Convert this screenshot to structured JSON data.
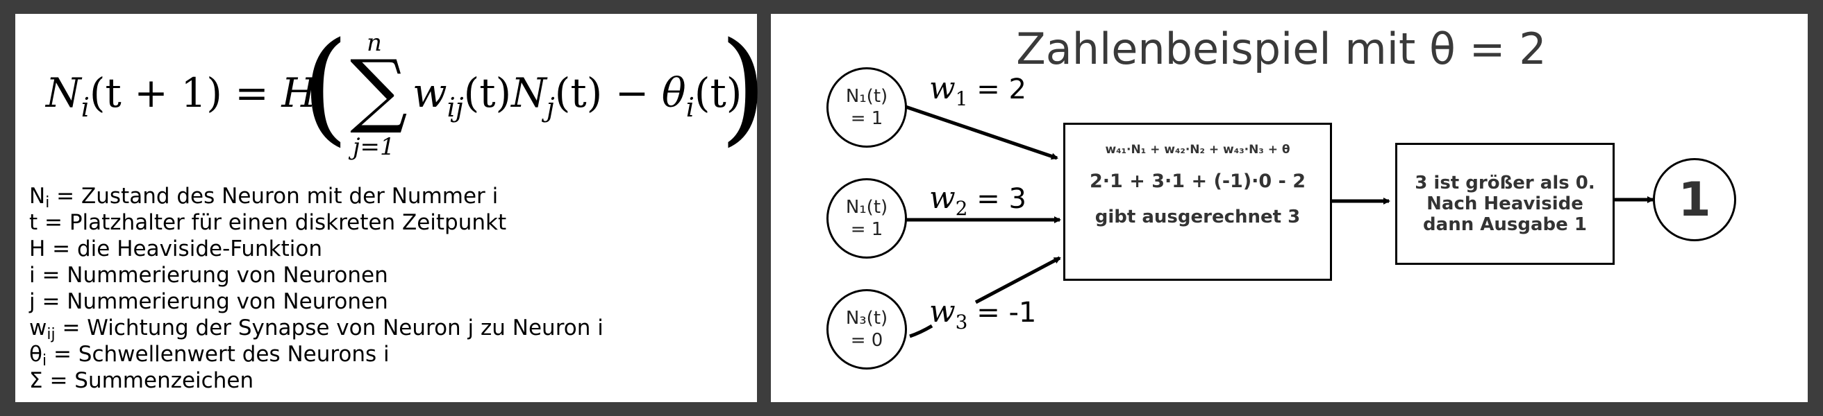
{
  "formula": {
    "lhs_N": "N",
    "lhs_i": "i",
    "lhs_arg": "(t + 1) = ",
    "H": "H",
    "sum_upper": "n",
    "sum_lower": "j=1",
    "w": "w",
    "w_sub": "ij",
    "mid": "(t)",
    "N2": "N",
    "N2_sub": "j",
    "minus": "(t) − ",
    "theta": "θ",
    "theta_sub": "i",
    "end": "(t)"
  },
  "legend": [
    {
      "sym": "N",
      "sub": "i",
      "desc": " = Zustand des Neuron mit der Nummer i"
    },
    {
      "sym": "t",
      "sub": "",
      "desc": " = Platzhalter für einen diskreten Zeitpunkt"
    },
    {
      "sym": "H",
      "sub": "",
      "desc": " = die Heaviside-Funktion"
    },
    {
      "sym": "i",
      "sub": "",
      "desc": " = Nummerierung von Neuronen"
    },
    {
      "sym": "j",
      "sub": "",
      "desc": " = Nummerierung von Neuronen"
    },
    {
      "sym": "w",
      "sub": "ij",
      "desc": " = Wichtung der Synapse von Neuron j zu Neuron i"
    },
    {
      "sym": "θ",
      "sub": "i",
      "desc": " = Schwellenwert des Neurons i"
    },
    {
      "sym": "Σ",
      "sub": "",
      "desc": " = Summenzeichen"
    }
  ],
  "diagram": {
    "title": "Zahlenbeispiel mit θ = 2",
    "inputs": [
      {
        "name": "N₁(t)",
        "value": "= 1",
        "w": "w",
        "w_sub": "1",
        "weight": " =  2"
      },
      {
        "name": "N₁(t)",
        "value": "= 1",
        "w": "w",
        "w_sub": "2",
        "weight": " = 3"
      },
      {
        "name": "N₃(t)",
        "value": "= 0",
        "w": "w",
        "w_sub": "3",
        "weight": " =  -1"
      }
    ],
    "calc_header": "w₄₁·N₁ + w₄₂·N₂ + w₄₃·N₃   +  θ",
    "calc_expr": "2·1 + 3·1 + (-1)·0 - 2",
    "calc_result": "gibt ausgerechnet 3",
    "compare_lines": [
      "3 ist größer als 0.",
      "Nach Heaviside",
      "dann Ausgabe 1"
    ],
    "output": "1"
  }
}
